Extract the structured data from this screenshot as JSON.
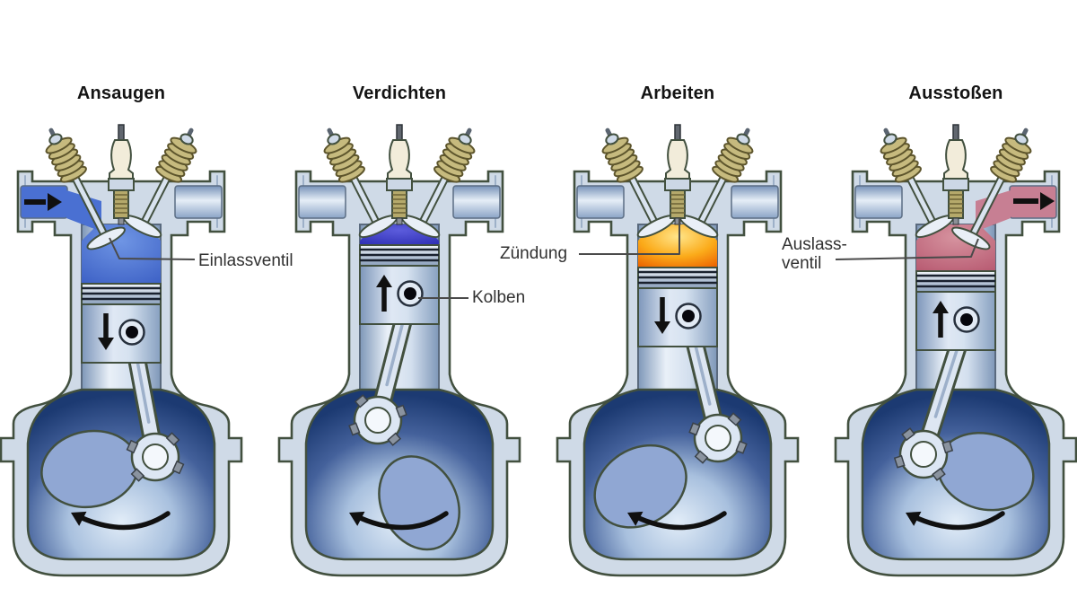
{
  "diagram": {
    "background": "#ffffff",
    "subject": "Viertaktmotor Arbeitsspiel (four-stroke engine cycle)",
    "panels": [
      {
        "id": "ansaugen",
        "title": "Ansaugen",
        "stroke_number": 1,
        "intake_valve": "open",
        "exhaust_valve": "closed",
        "piston_motion": "down",
        "gas_flow": "intake-port-in",
        "gas_colors": [
          "#6f95e4",
          "#3e62c6"
        ],
        "port_gas_color": "#4a70d2",
        "crank_rotation": "counterclockwise"
      },
      {
        "id": "verdichten",
        "title": "Verdichten",
        "stroke_number": 2,
        "intake_valve": "closed",
        "exhaust_valve": "closed",
        "piston_motion": "up",
        "gas_flow": "none",
        "gas_colors": [
          "#5c5cdc",
          "#2f2fb4"
        ],
        "crank_rotation": "counterclockwise"
      },
      {
        "id": "arbeiten",
        "title": "Arbeiten",
        "stroke_number": 3,
        "intake_valve": "closed",
        "exhaust_valve": "closed",
        "piston_motion": "down",
        "gas_flow": "none",
        "gas_colors": [
          "#ffe58a",
          "#fbab1a",
          "#ec6300"
        ],
        "crank_rotation": "counterclockwise"
      },
      {
        "id": "ausstossen",
        "title": "Ausstoßen",
        "stroke_number": 4,
        "intake_valve": "closed",
        "exhaust_valve": "open",
        "piston_motion": "up",
        "gas_flow": "exhaust-port-out",
        "gas_colors": [
          "#d6939f",
          "#b85b72"
        ],
        "port_gas_color": "#c77f93",
        "crank_rotation": "counterclockwise"
      }
    ],
    "annotations": {
      "einlassventil": {
        "text": "Einlassventil",
        "points_to": "open intake valve of Ansaugen cylinder"
      },
      "kolben": {
        "text": "Kolben",
        "points_to": "piston of Verdichten cylinder"
      },
      "zuendung": {
        "text": "Zündung",
        "points_to": "spark plug tip of Arbeiten cylinder"
      },
      "auslassventil": {
        "line1": "Auslass-",
        "line2": "ventil",
        "points_to": "open exhaust valve of Ausstoßen cylinder"
      }
    },
    "colors": {
      "outline": "#42503f",
      "casting": "#cfdae7",
      "spring": "#c6ba7e",
      "spring_outline": "#5d552c",
      "arrow": "#101010",
      "leader_line": "#4a4a4a",
      "title_text": "#141414",
      "label_text": "#313131"
    }
  }
}
